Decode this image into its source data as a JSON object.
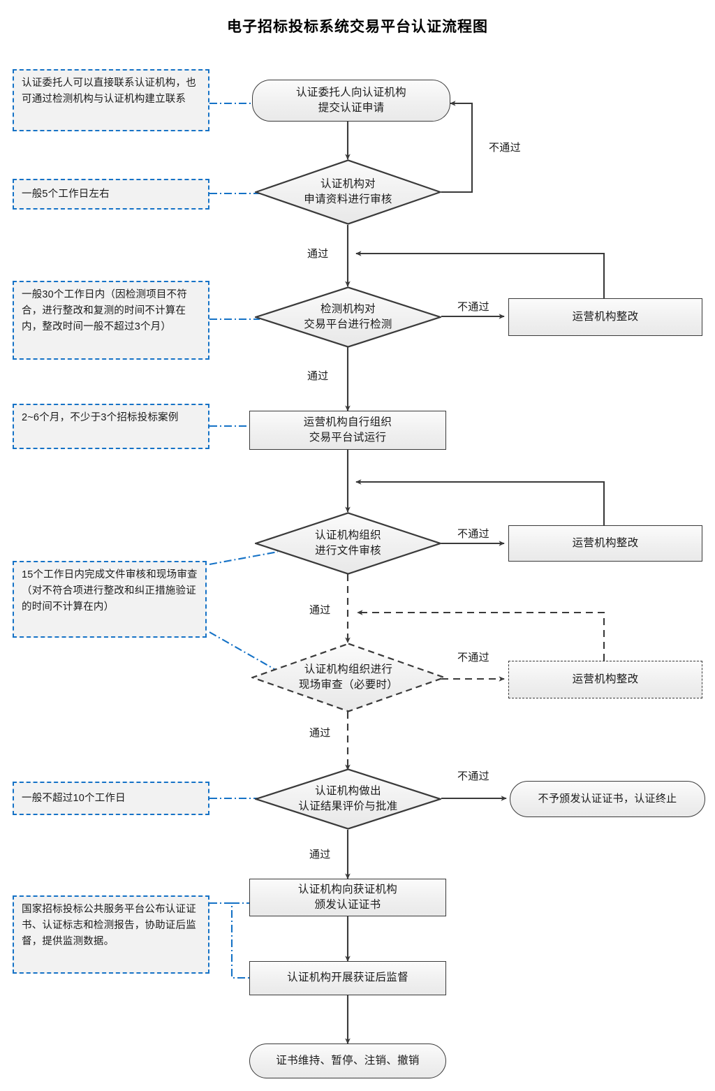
{
  "page": {
    "title": "电子招标投标系统交易平台认证流程图"
  },
  "colors": {
    "note_border": "#1572C6",
    "node_border": "#3a3a3a",
    "node_fill": "#f0f0f0",
    "connector": "#3a3a3a",
    "note_connector": "#1572C6"
  },
  "nodes": {
    "n1_apply": "认证委托人向认证机构\n提交认证申请",
    "n1_apply_l1": "认证委托人向认证机构",
    "n1_apply_l2": "提交认证申请",
    "n2_review_l1": "认证机构对",
    "n2_review_l2": "申请资料进行审核",
    "n3_test_l1": "检测机构对",
    "n3_test_l2": "交易平台进行检测",
    "n3_fix": "运营机构整改",
    "n4_trial_l1": "运营机构自行组织",
    "n4_trial_l2": "交易平台试运行",
    "n5_docreview_l1": "认证机构组织",
    "n5_docreview_l2": "进行文件审核",
    "n5_fix": "运营机构整改",
    "n6_onsite_l1": "认证机构组织进行",
    "n6_onsite_l2": "现场审查（必要时）",
    "n6_fix": "运营机构整改",
    "n7_decide_l1": "认证机构做出",
    "n7_decide_l2": "认证结果评价与批准",
    "n7_reject": "不予颁发认证证书，认证终止",
    "n8_issue_l1": "认证机构向获证机构",
    "n8_issue_l2": "颁发认证证书",
    "n9_supervise": "认证机构开展获证后监督",
    "n10_end": "证书维持、暂停、注销、撤销"
  },
  "edge_labels": {
    "pass": "通过",
    "fail": "不通过",
    "e1_fail": "不通过",
    "e2_pass": "通过",
    "e3_fail": "不通过",
    "e4_pass": "通过",
    "e5_fail": "不通过",
    "e6_pass": "通过",
    "e7_fail": "不通过",
    "e8_pass": "通过",
    "e9_fail": "不通过",
    "e10_pass": "通过"
  },
  "notes": [
    {
      "id": "note-contact",
      "text": "认证委托人可以直接联系认证机构，也可通过检测机构与认证机构建立联系"
    },
    {
      "id": "note-5days",
      "text": "一般5个工作日左右"
    },
    {
      "id": "note-30days",
      "text": "一般30个工作日内（因检测项目不符合，进行整改和复测的时间不计算在内，整改时间一般不超过3个月）"
    },
    {
      "id": "note-trial",
      "text": "2~6个月，不少于3个招标投标案例"
    },
    {
      "id": "note-15days",
      "text": "15个工作日内完成文件审核和现场审查（对不符合项进行整改和纠正措施验证的时间不计算在内）"
    },
    {
      "id": "note-10days",
      "text": "一般不超过10个工作日"
    },
    {
      "id": "note-publish",
      "text": "国家招标投标公共服务平台公布认证证书、认证标志和检测报告，协助证后监督，提供监测数据。"
    }
  ]
}
